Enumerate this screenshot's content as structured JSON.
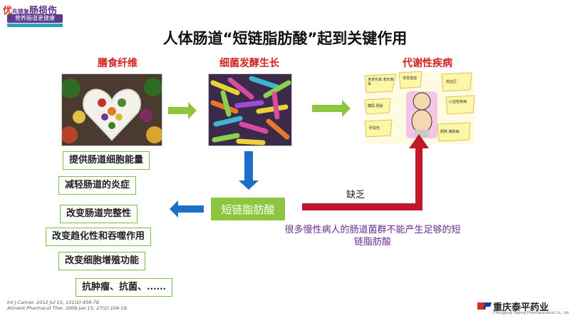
{
  "logo": {
    "line1_a": "优",
    "line1_b": "先锁复",
    "line1_c": "肠损伤",
    "line2": "营养肠道更健康",
    "accent": "#5b2c83"
  },
  "title": "人体肠道“短链脂肪酸”起到关键作用",
  "columns": {
    "fiber": "膳食纤维",
    "bacteria": "细菌发酵生长",
    "metabolic": "代谢性疾病"
  },
  "cartoon_labels": [
    "未老先衰,老年痴呆",
    "诱发癌症",
    "高血压",
    "心血管疾病",
    "糖尿,便秘",
    "肝损伤",
    "肥胖,痛除病"
  ],
  "scfa_box": "短链脂肪酸",
  "effects": [
    "提供肠道细胞能量",
    "减轻肠道的炎症",
    "改变肠道完整性",
    "改变趋化性和吞噬作用",
    "改变细胞增殖功能",
    "抗肿瘤、抗菌、......"
  ],
  "lack_label": "缺乏",
  "note": "很多慢性病人的肠道菌群不能产生足够的短链脂肪酸",
  "references": [
    "Int J Cancer. 2012  Jul 15; 131(2):459-78.",
    "Aliment  Pharmacol  Ther. 2008  Jan 15; 27(2):104-19."
  ],
  "brand": {
    "name": "重庆泰平药业",
    "en": "Chongqing Taiping Pharmaceutical Co., ltd."
  },
  "colors": {
    "green": "#8cc63f",
    "blue": "#1f6fc8",
    "red": "#c0172a",
    "label_red": "#d32020",
    "note_purple": "#6a2c8f"
  }
}
